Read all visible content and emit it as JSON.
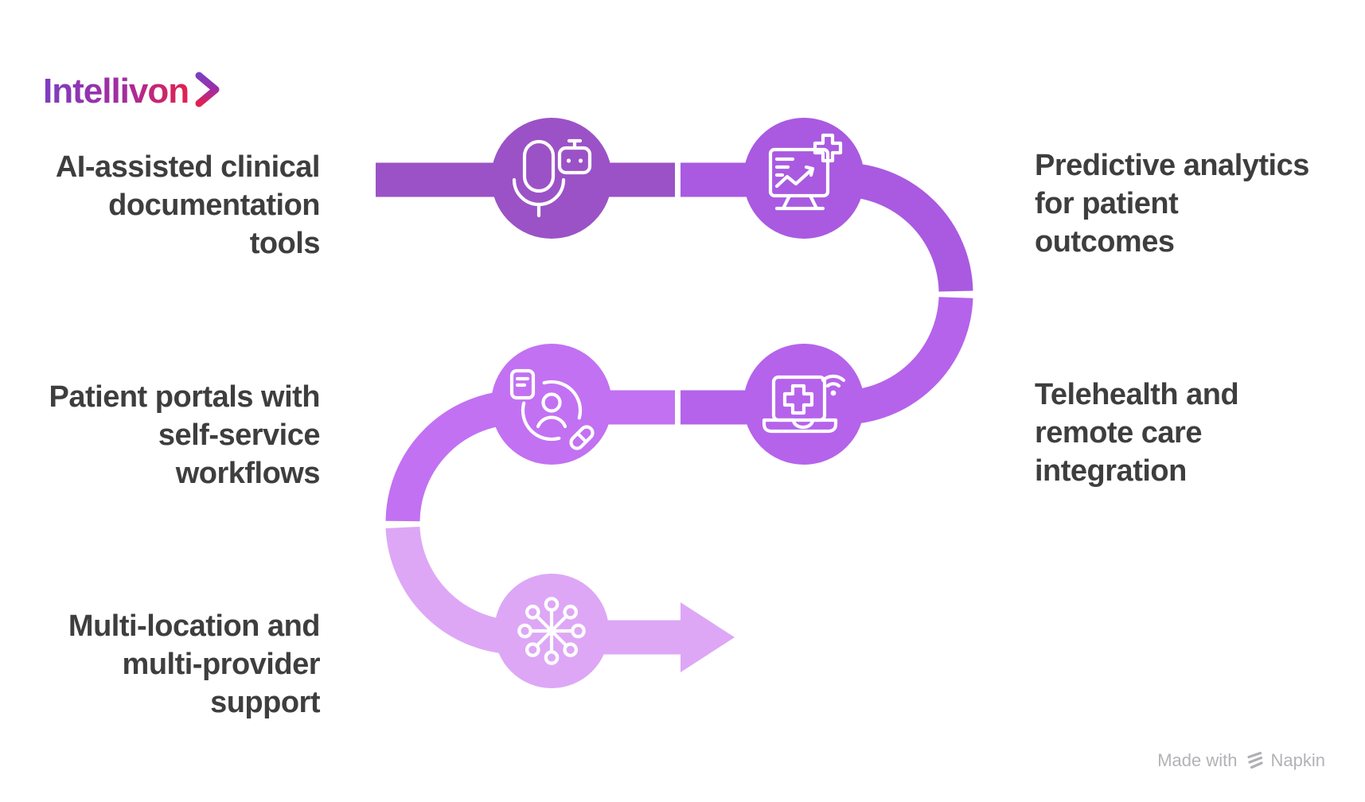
{
  "logo": {
    "text": "Intellivon",
    "chevron_icon": "chevron-right",
    "gradient": [
      "#7C3EC2",
      "#A42C9F",
      "#E2214F"
    ]
  },
  "steps": [
    {
      "label_lines": [
        "AI-assisted clinical",
        "documentation",
        "tools"
      ],
      "side": "left",
      "icon": "microphone-robot-icon",
      "color": "#9B52C6"
    },
    {
      "label_lines": [
        "Predictive analytics",
        "for patient",
        "outcomes"
      ],
      "side": "right",
      "icon": "monitor-health-chart-icon",
      "color": "#A95AE1"
    },
    {
      "label_lines": [
        "Telehealth and",
        "remote care",
        "integration"
      ],
      "side": "right",
      "icon": "laptop-medical-wifi-icon",
      "color": "#B563EB"
    },
    {
      "label_lines": [
        "Patient portals with",
        "self-service",
        "workflows"
      ],
      "side": "left",
      "icon": "patient-portal-document-pill-icon",
      "color": "#C271F2"
    },
    {
      "label_lines": [
        "Multi-location and",
        "multi-provider",
        "support"
      ],
      "side": "left",
      "icon": "network-hub-icon",
      "color": "#DDA7F6"
    }
  ],
  "watermark": {
    "made_with": "Made with",
    "brand": "Napkin",
    "icon": "napkin-logo",
    "color": "#B3B3B7"
  },
  "text_color": "#3E3E3E",
  "background": "#FFFFFF",
  "icon_stroke": "#FFFFFF"
}
